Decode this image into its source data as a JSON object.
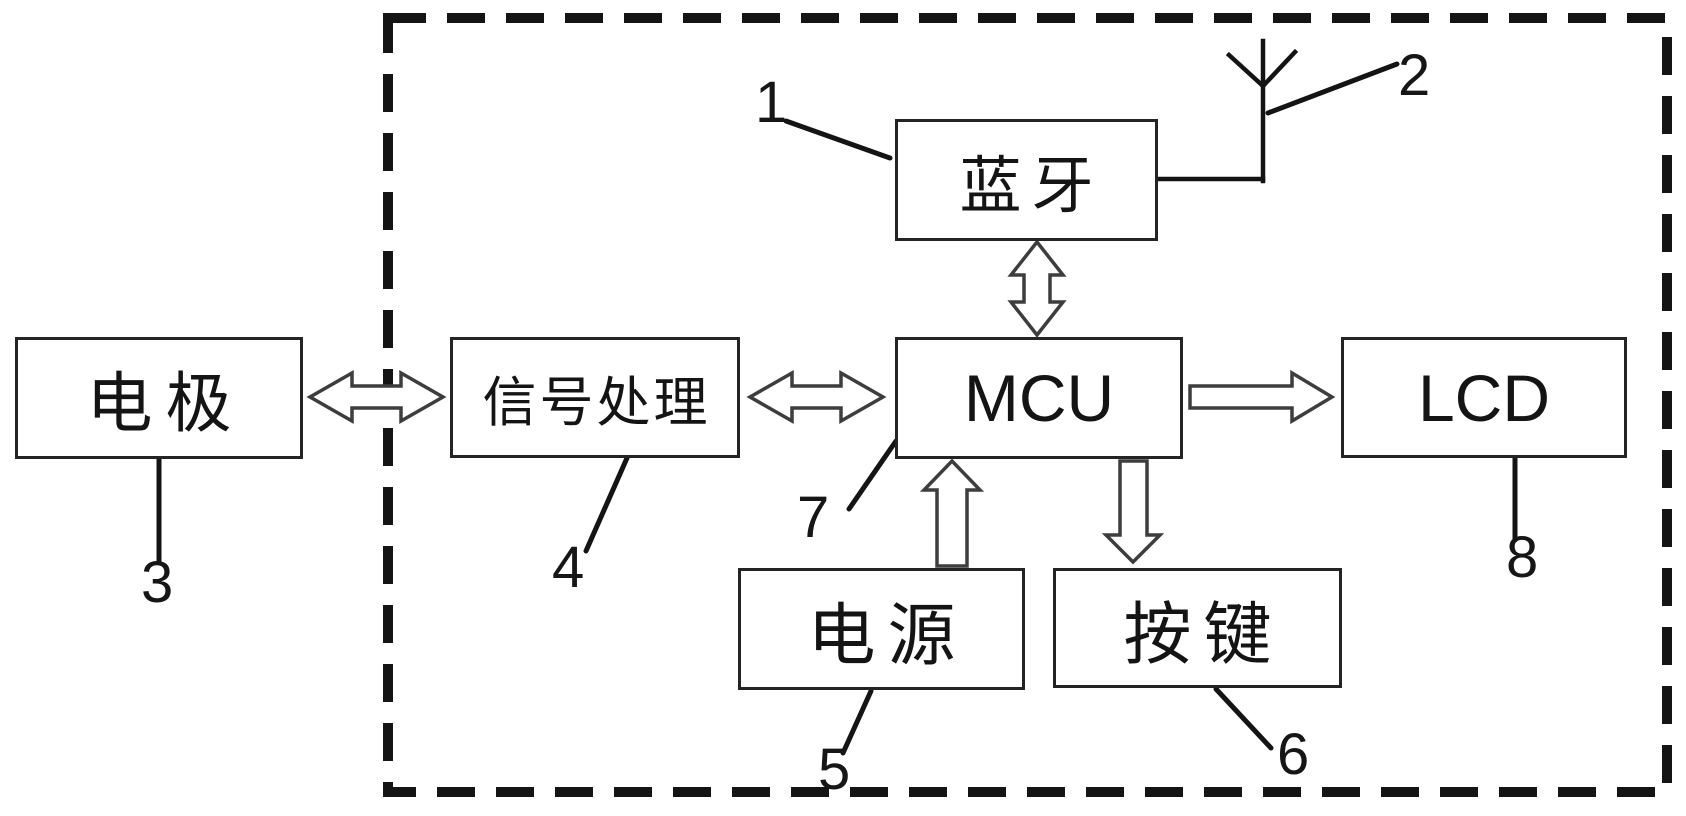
{
  "blocks": {
    "bluetooth": "蓝牙",
    "electrode": "电极",
    "signal_processing": "信号处理",
    "mcu": "MCU",
    "lcd": "LCD",
    "power": "电源",
    "keys": "按键"
  },
  "refs": {
    "n1": "1",
    "n2": "2",
    "n3": "3",
    "n4": "4",
    "n5": "5",
    "n6": "6",
    "n7": "7",
    "n8": "8"
  },
  "colors": {
    "line": "#141414",
    "arrow_stroke": "#3d3d3d",
    "background": "#ffffff"
  }
}
